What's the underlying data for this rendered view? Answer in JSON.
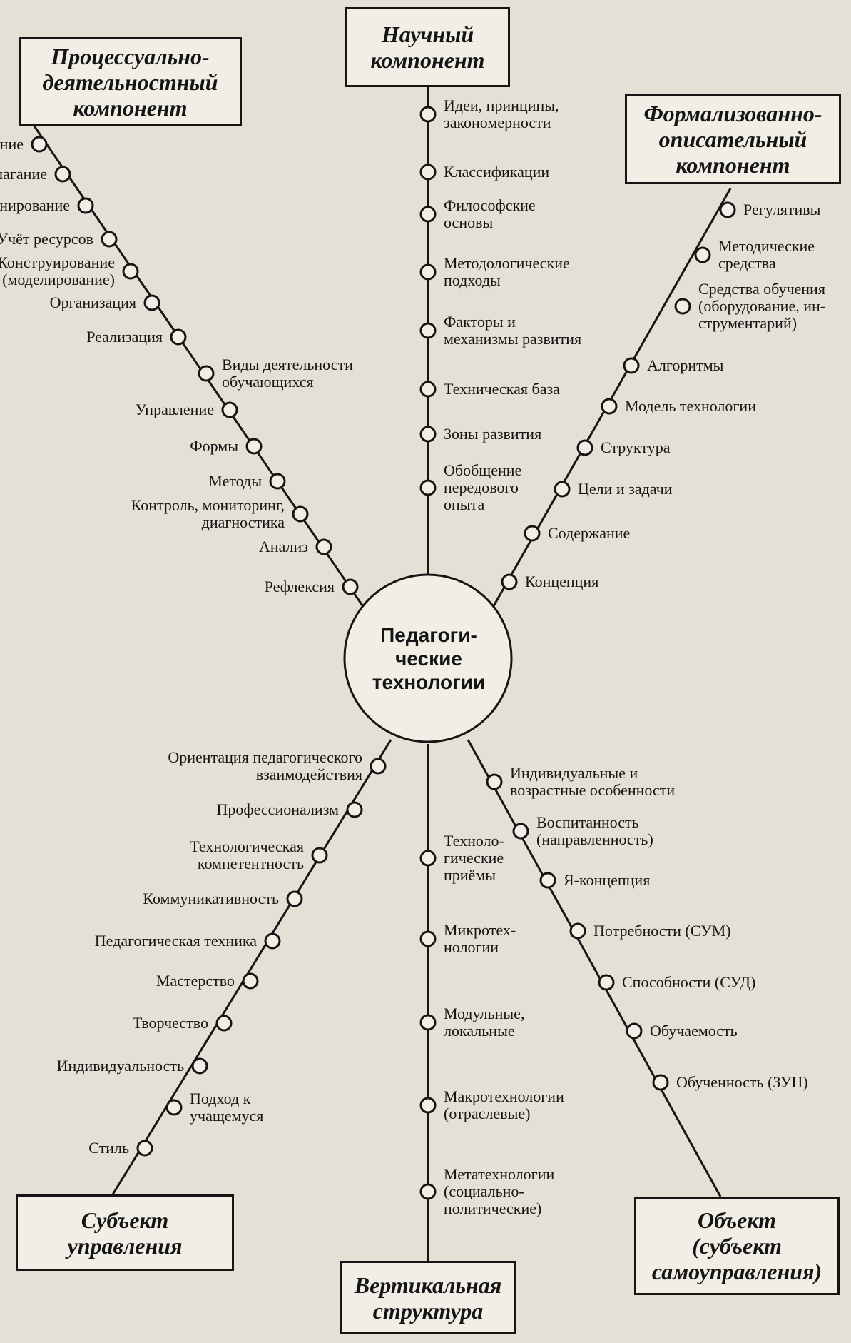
{
  "boxes": {
    "scientific": "Научный\nкомпонент",
    "process": "Процессуально-\nдеятельностный\nкомпонент",
    "formal": "Формализованно-\nописательный\nкомпонент",
    "subject": "Субъект\nуправления",
    "vertical": "Вертикальная\nструктура",
    "object": "Объект\n(субъект\nсамоуправления)"
  },
  "center": "Педагоги-\nческие\nтехнологии",
  "branches": {
    "scientific": [
      "Идеи, принципы,\nзакономерности",
      "Классификации",
      "Философские\nосновы",
      "Методологические\nподходы",
      "Факторы и\nмеханизмы развития",
      "Техническая база",
      "Зоны развития",
      "Обобщение\nпередового\nопыта"
    ],
    "process": [
      "Содержание",
      "Целеполагание",
      "Планирование",
      "Учёт ресурсов",
      "Конструирование\n(моделирование)",
      "Организация",
      "Реализация",
      "Виды деятельности\nобучающихся",
      "Управление",
      "Формы",
      "Методы",
      "Контроль, мониторинг,\nдиагностика",
      "Анализ",
      "Рефлексия"
    ],
    "formal": [
      "Регулятивы",
      "Методические\nсредства",
      "Средства обучения\n(оборудование, ин-\nструментарий)",
      "Алгоритмы",
      "Модель технологии",
      "Структура",
      "Цели и задачи",
      "Содержание",
      "Концепция"
    ],
    "subject": [
      "Ориентация педагогического\nвзаимодействия",
      "Профессионализм",
      "Технологическая\nкомпетентность",
      "Коммуникативность",
      "Педагогическая техника",
      "Мастерство",
      "Творчество",
      "Индивидуальность",
      "Подход к\nучащемуся",
      "Стиль"
    ],
    "vertical": [
      "Техноло-\nгические\nприёмы",
      "Микротех-\nнологии",
      "Модульные,\nлокальные",
      "Макротехнологии\n(отраслевые)",
      "Метатехнологии\n(социально-\nполитические)"
    ],
    "object": [
      "Индивидуальные и\nвозрастные особенности",
      "Воспитанность\n(направленность)",
      "Я-концепция",
      "Потребности (СУМ)",
      "Способности (СУД)",
      "Обучаемость",
      "Обученность (ЗУН)"
    ]
  }
}
